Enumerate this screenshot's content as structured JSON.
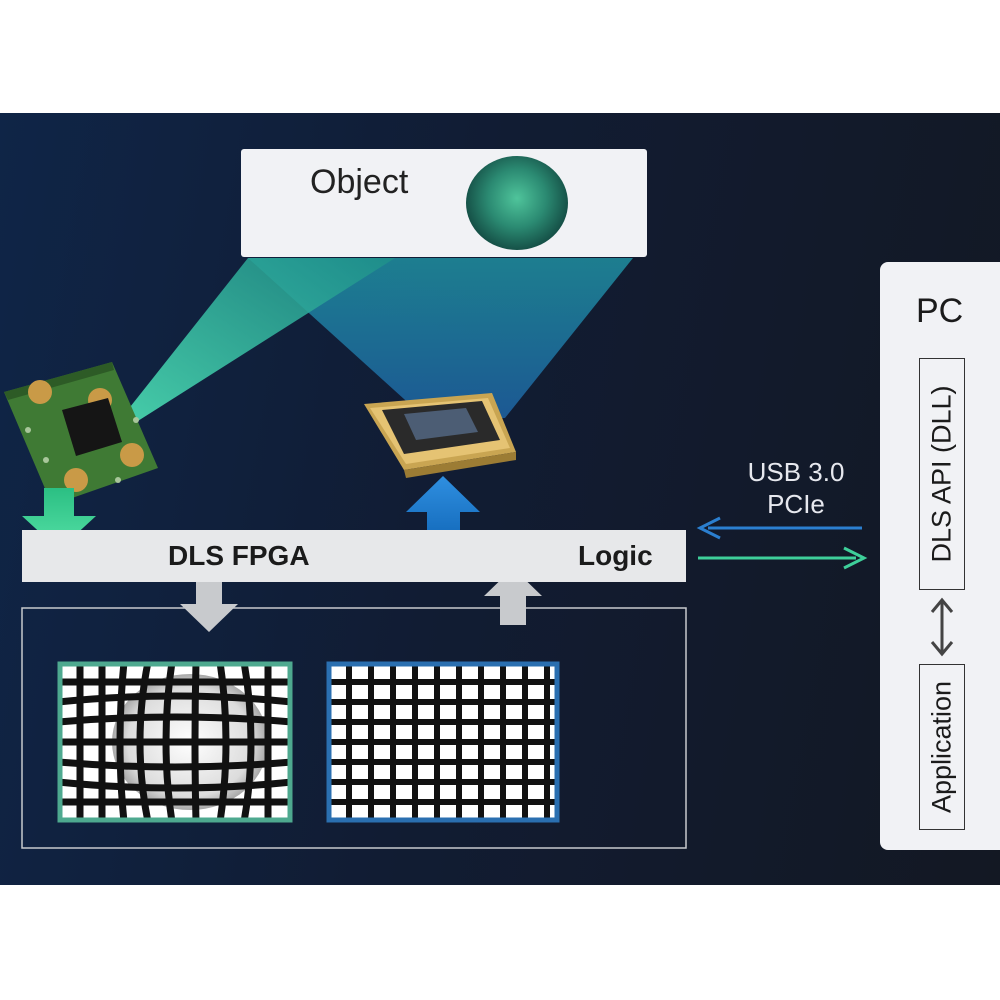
{
  "object": {
    "label": "Object"
  },
  "fpga": {
    "label": "DLS FPGA",
    "logic_label": "Logic"
  },
  "link": {
    "line1": "USB 3.0",
    "line2": "PCIe"
  },
  "pc": {
    "label": "PC",
    "api_label": "DLS API (DLL)",
    "app_label": "Application"
  },
  "colors": {
    "background": "#131c2e",
    "box_fill": "#f1f2f5",
    "accent_green": "#3ecf9a",
    "accent_blue": "#1a78c8",
    "distorted_frame": "#4ea98f",
    "reference_frame": "#2a6fb0"
  },
  "icons": {
    "camera_board": "camera-board-icon",
    "dmd_chip": "dmd-chip-icon",
    "distorted_grid": "distorted-grid-pattern",
    "reference_grid": "reference-grid-pattern"
  }
}
